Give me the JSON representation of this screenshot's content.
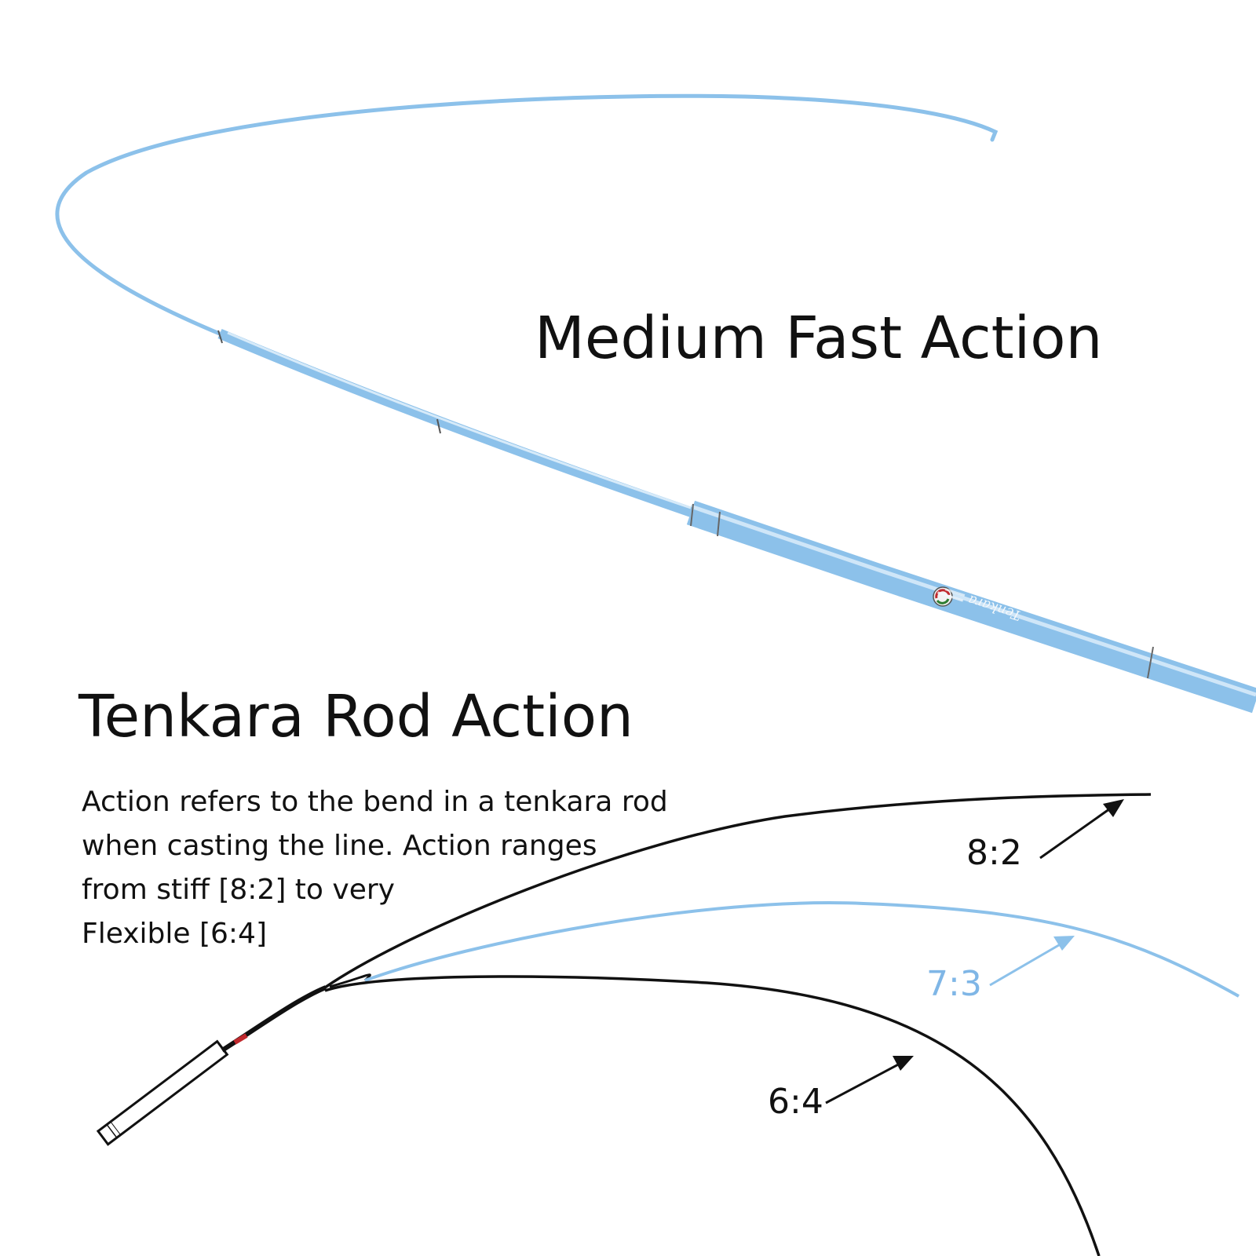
{
  "headline": "Medium Fast Action",
  "section_title": "Tenkara Rod Action",
  "description_lines": [
    "Action refers to the bend in a tenkara rod",
    "when casting the line. Action ranges",
    "from stiff [8:2] to very",
    "Flexible [6:4]"
  ],
  "rod_labels": {
    "stiff": "8:2",
    "medium": "7:3",
    "flexible": "6:4"
  },
  "rod_branding": "Tenkara",
  "colors": {
    "rod_blue": "#8cc1ea",
    "rod_blue_light": "#cfe6f8",
    "ink": "#111111",
    "accent_red": "#c0282d",
    "label_blue": "#7fb6e6"
  }
}
